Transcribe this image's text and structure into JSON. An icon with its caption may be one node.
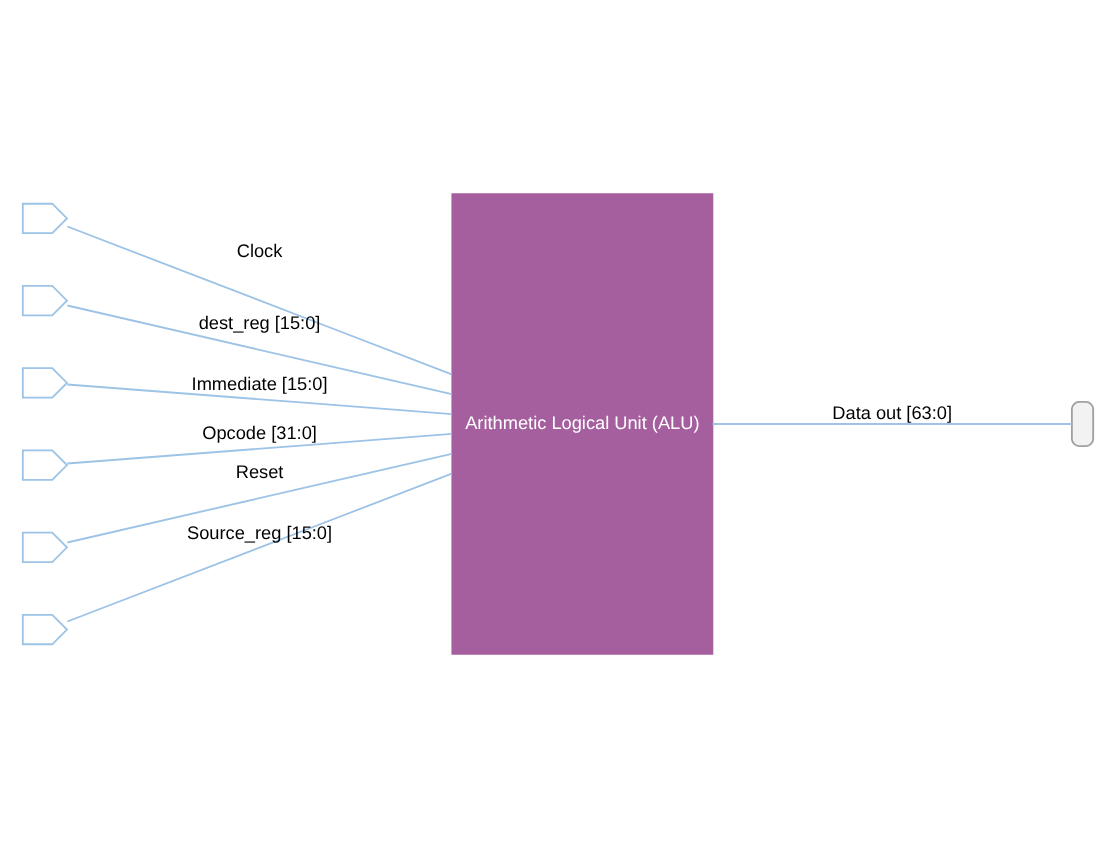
{
  "diagram": {
    "nodes": [
      {
        "text": [],
        "shape": "pentagon"
      },
      {
        "text": [],
        "shape": "pentagon"
      },
      {
        "text": [],
        "shape": "pentagon"
      },
      {
        "text": [],
        "shape": "pentagon"
      },
      {
        "text": [],
        "shape": "pentagon"
      },
      {
        "text": [],
        "shape": "pentagon"
      },
      {
        "text": [
          "Arithmetic Logical Unit (ALU)"
        ]
      },
      {
        "text": [],
        "shape": "box"
      }
    ],
    "edges": [
      {
        "from": 0,
        "to": 6,
        "arrow": "none",
        "label": "Clock"
      },
      {
        "from": 1,
        "to": 6,
        "arrow": "none",
        "label": "dest_reg [15:0]"
      },
      {
        "from": 2,
        "to": 6,
        "arrow": "none",
        "label": "Immediate [15:0]"
      },
      {
        "from": 3,
        "to": 6,
        "arrow": "none",
        "label": "Opcode [31:0]"
      },
      {
        "from": 4,
        "to": 6,
        "arrow": "none",
        "label": "Reset"
      },
      {
        "from": 5,
        "to": 6,
        "arrow": "none",
        "label": "Source_reg [15:0]"
      },
      {
        "from": 6,
        "to": 7,
        "arrow": "none",
        "label": "Data out [63:0]"
      }
    ]
  }
}
